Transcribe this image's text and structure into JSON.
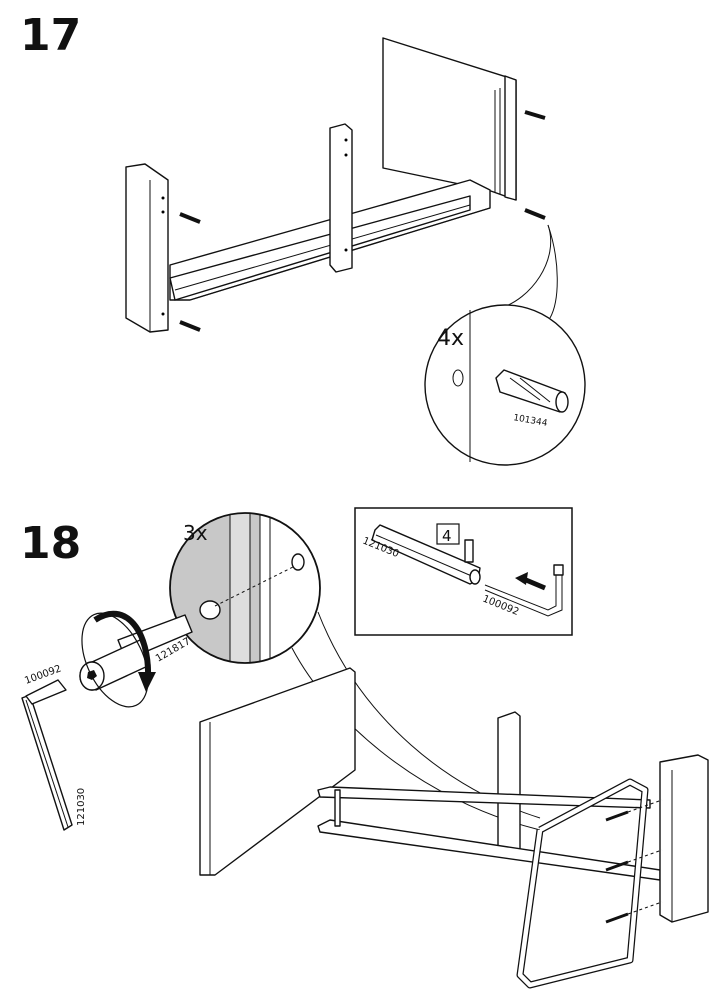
{
  "steps": [
    {
      "number": "17",
      "callout": {
        "quantity": "4x",
        "part_number": "101344"
      }
    },
    {
      "number": "18",
      "callout": {
        "quantity": "3x"
      },
      "parts": {
        "screw": "121817",
        "allen_key": "100092",
        "tool": "121030"
      },
      "inset": {
        "tool": "121030",
        "count_label": "4",
        "allen_key": "100092"
      }
    }
  ]
}
